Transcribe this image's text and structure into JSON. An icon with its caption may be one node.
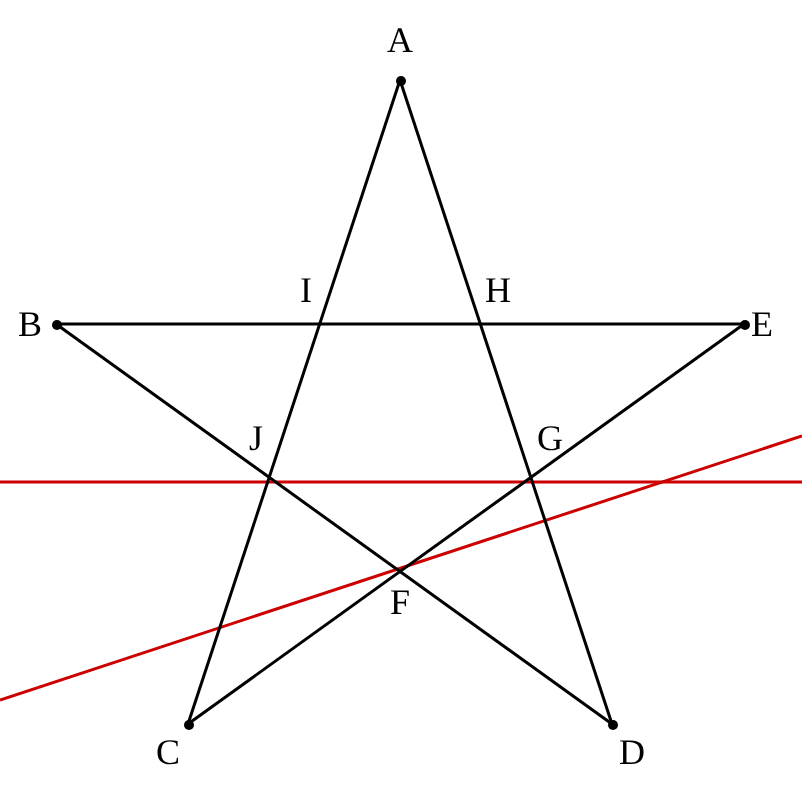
{
  "diagram": {
    "nodes": [
      {
        "text": [
          "A"
        ]
      },
      {
        "text": [
          "B"
        ]
      },
      {
        "text": [
          "E"
        ]
      },
      {
        "text": [
          "C"
        ]
      },
      {
        "text": [
          "D"
        ]
      },
      {
        "text": [
          "I"
        ]
      },
      {
        "text": [
          "H"
        ]
      },
      {
        "text": [
          "J"
        ]
      },
      {
        "text": [
          "G"
        ]
      },
      {
        "text": [
          "F"
        ]
      }
    ],
    "edges": [
      {
        "from": 0,
        "to": 3,
        "arrow": "none"
      },
      {
        "from": 0,
        "to": 4,
        "arrow": "none"
      },
      {
        "from": 1,
        "to": 2,
        "arrow": "none"
      },
      {
        "from": 1,
        "to": 4,
        "arrow": "none"
      },
      {
        "from": 2,
        "to": 3,
        "arrow": "none"
      }
    ]
  }
}
